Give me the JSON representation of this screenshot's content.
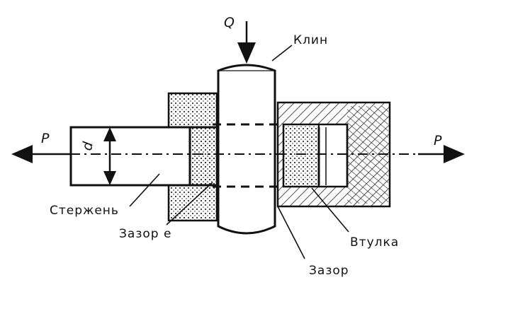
{
  "symbols": {
    "force_left": "P",
    "force_right": "P",
    "force_top": "Q",
    "diameter": "d"
  },
  "labels": {
    "wedge": "Клин",
    "rod": "Стержень",
    "gap_e": "Зазор e",
    "gap": "Зазор",
    "sleeve": "Втулка"
  },
  "colors": {
    "ink": "#111111",
    "background": "#ffffff"
  }
}
